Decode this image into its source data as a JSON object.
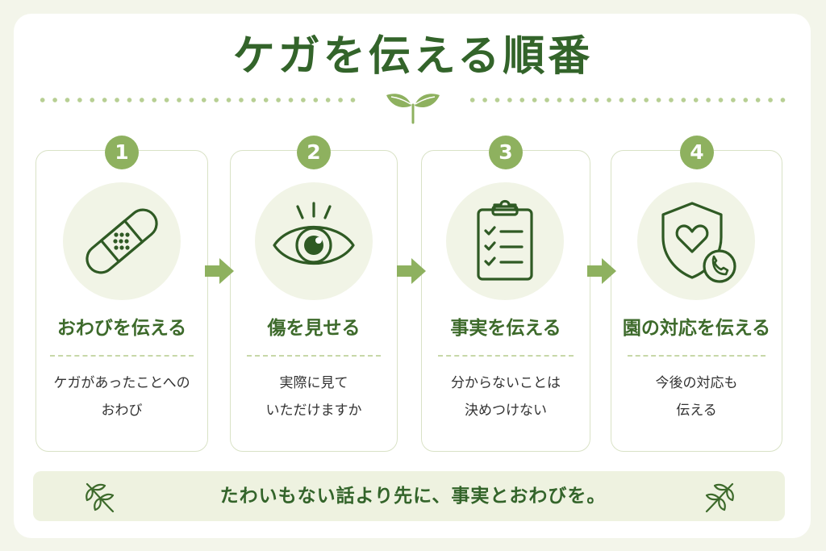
{
  "title": "ケガを伝える順番",
  "steps": [
    {
      "number": "1",
      "title": "おわびを伝える",
      "desc_line1": "ケガがあったことへの",
      "desc_line2": "おわび",
      "icon": "bandage-icon"
    },
    {
      "number": "2",
      "title": "傷を見せる",
      "desc_line1": "実際に見て",
      "desc_line2": "いただけますか",
      "icon": "eye-icon"
    },
    {
      "number": "3",
      "title": "事実を伝える",
      "desc_line1": "分からないことは",
      "desc_line2": "決めつけない",
      "icon": "clipboard-checklist-icon"
    },
    {
      "number": "4",
      "title": "園の対応を伝える",
      "desc_line1": "今後の対応も",
      "desc_line2": "伝える",
      "icon": "shield-heart-phone-icon"
    }
  ],
  "banner": {
    "text": "たわいもない話より先に、事実とおわびを。"
  },
  "colors": {
    "accent": "#8eb15f",
    "title": "#33642a",
    "icon_stroke": "#2f5a24",
    "card_border": "#d9e2c6",
    "background": "#f3f5ea"
  }
}
